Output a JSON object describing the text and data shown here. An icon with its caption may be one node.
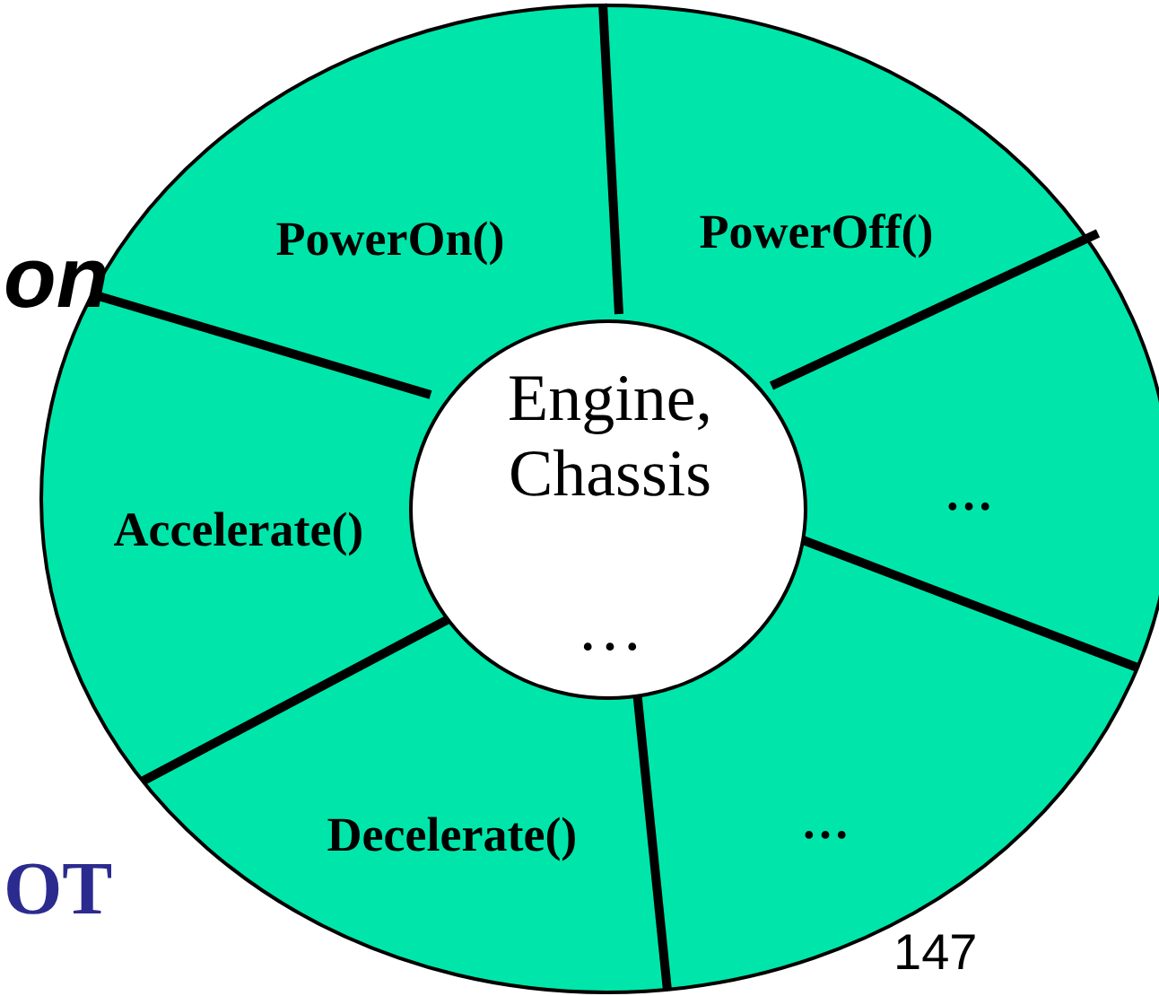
{
  "diagram": {
    "nodes": [
      {
        "text": [],
        "shape": "circle"
      },
      {
        "text": [
          "PowerOn()"
        ],
        "in": 0
      },
      {
        "text": [
          "PowerOff()"
        ],
        "in": 0
      },
      {
        "text": [
          "…"
        ],
        "in": 0
      },
      {
        "text": [
          "…"
        ],
        "in": 0
      },
      {
        "text": [
          "Decelerate()"
        ],
        "in": 0
      },
      {
        "text": [
          "Accelerate()"
        ],
        "in": 0
      },
      {
        "text": [
          "Engine, Chassis",
          "…"
        ],
        "in": 0
      }
    ],
    "labels": [
      "on",
      "OT",
      "147"
    ]
  }
}
